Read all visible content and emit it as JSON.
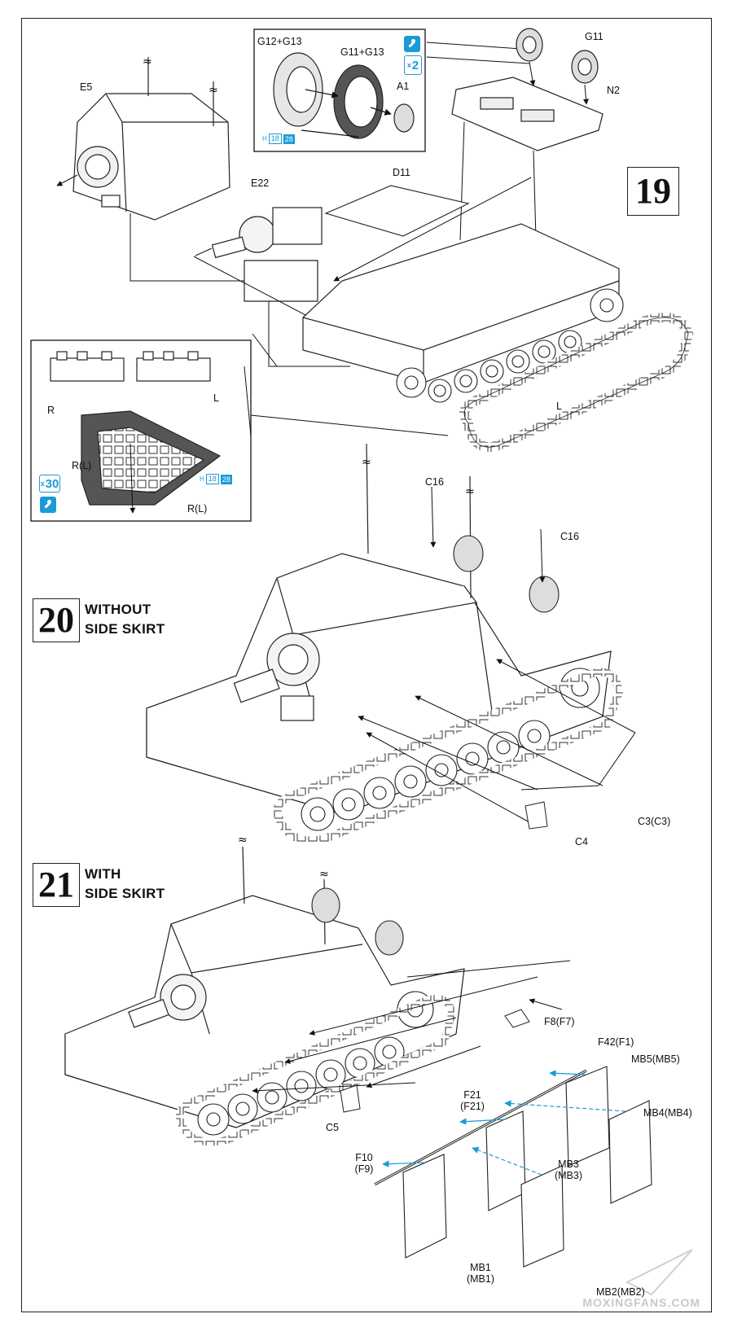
{
  "steps": {
    "s19": {
      "number": "19"
    },
    "s20": {
      "number": "20",
      "title_line1": "WITHOUT",
      "title_line2": "SIDE SKIRT"
    },
    "s21": {
      "number": "21",
      "title_line1": "WITH",
      "title_line2": "SIDE SKIRT"
    }
  },
  "parts": {
    "g11_top": "G11",
    "n2": "N2",
    "e5": "E5",
    "e22": "E22",
    "d11": "D11",
    "g12g13": "G12+G13",
    "g11g13": "G11+G13",
    "a1": "A1",
    "r": "R",
    "l_sub": "L",
    "rl_a": "R(L)",
    "rl_b": "R(L)",
    "l_track": "L",
    "c16_a": "C16",
    "c16_b": "C16",
    "c3": "C3(C3)",
    "c4": "C4",
    "f8": "F8(F7)",
    "f42": "F42(F1)",
    "mb5": "MB5(MB5)",
    "mb4": "MB4(MB4)",
    "f21_1": "F21",
    "f21_2": "(F21)",
    "mb3_1": "MB3",
    "mb3_2": "(MB3)",
    "c5": "C5",
    "f10_1": "F10",
    "f10_2": "(F9)",
    "mb1_1": "MB1",
    "mb1_2": "(MB1)",
    "mb2": "MB2(MB2)"
  },
  "callouts": {
    "wheels_mult": {
      "x": "x",
      "n": "2"
    },
    "tracks_mult": {
      "x": "x",
      "n": "30"
    },
    "paint_wheels": {
      "h": "H",
      "c1": "18",
      "c2": "28"
    },
    "paint_tracks": {
      "h": "H",
      "c1": "18",
      "c2": "28"
    }
  },
  "watermark": "MOXINGFANS.COM",
  "colors": {
    "accent": "#1a9bd7",
    "line": "#222222"
  },
  "icons": [
    "glue-icon",
    "multiplier-icon",
    "paint-code-icon"
  ]
}
